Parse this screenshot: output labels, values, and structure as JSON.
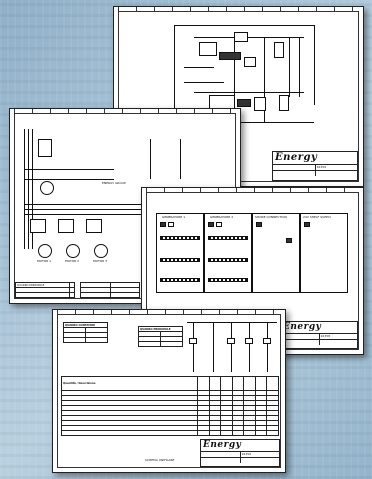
{
  "sheets": {
    "s1": {
      "logo": "Energy",
      "code": "16359"
    },
    "s2": {
      "labels": [
        "MOTOR 1",
        "MOTOR 2",
        "MOTOR 3"
      ],
      "top_label": "ENERGY GROUP",
      "left_caption": "QUADRO PRINCIPALE"
    },
    "s3": {
      "columns": [
        "GENERATORE 1",
        "GENERATORE 2",
        "SHORE CONNECTION",
        "24V SHELF SUPPLY"
      ],
      "logo": "Energy",
      "code": "16358"
    },
    "s4": {
      "left_title": "QUADRO CONTATORI",
      "right_title": "QUADRO PRINCIPALE",
      "table_header": "Quantità / Descrizione",
      "logo": "Energy",
      "code": "16359",
      "footer": "SCHEMA UNIFILARE"
    }
  },
  "colors": {
    "background": "#a6c2d6",
    "sheet": "#ffffff",
    "ink": "#111111"
  }
}
